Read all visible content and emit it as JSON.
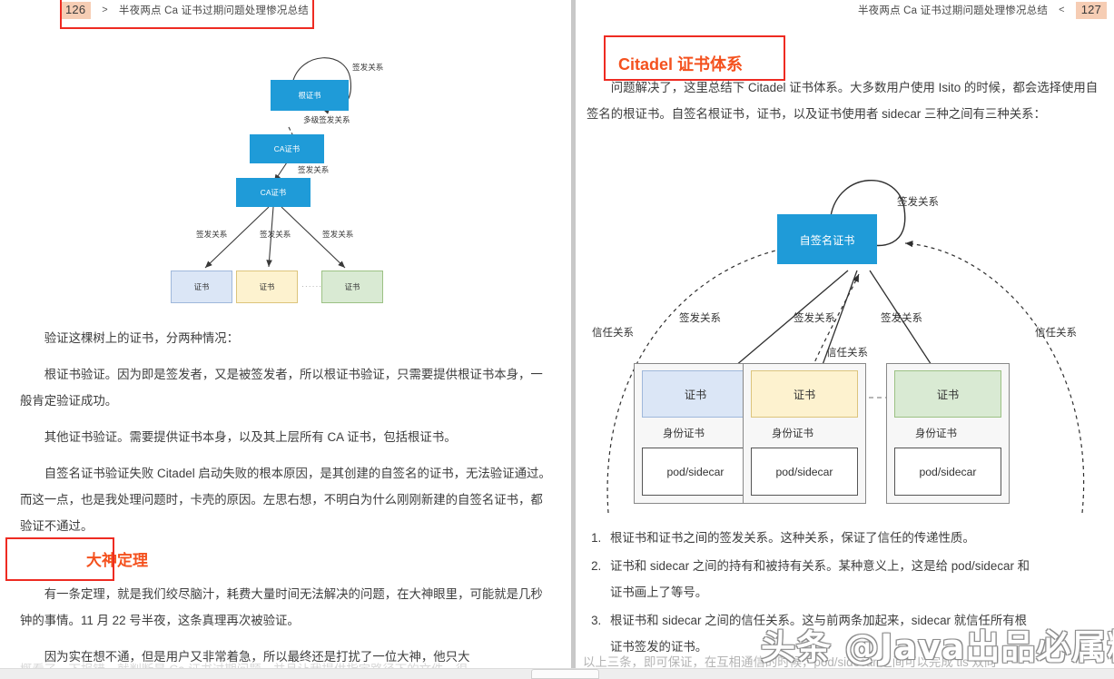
{
  "document": {
    "left_page": {
      "folio": "126",
      "chevron": ">",
      "running_title": "半夜两点 Ca 证书过期问题处理惨况总结",
      "diagram": {
        "nodes": {
          "root": "根证书",
          "ca1": "CA证书",
          "ca2": "CA证书",
          "leaf1": "证书",
          "leaf2": "证书",
          "leaf3": "证书",
          "ellipsis": "······"
        },
        "labels": {
          "self_sign": "签发关系",
          "multi_sign": "多级签发关系",
          "sign_mid": "签发关系",
          "sign_l": "签发关系",
          "sign_c": "签发关系",
          "sign_r": "签发关系"
        }
      },
      "paragraphs": [
        "验证这棵树上的证书，分两种情况：",
        "根证书验证。因为即是签发者，又是被签发者，所以根证书验证，只需要提供根证书本身，一般肯定验证成功。",
        "其他证书验证。需要提供证书本身，以及其上层所有 CA 证书，包括根证书。",
        "自签名证书验证失败 Citadel 启动失败的根本原因，是其创建的自签名的证书，无法验证通过。而这一点，也是我处理问题时，卡壳的原因。左思右想，不明白为什么刚刚新建的自签名证书，都验证不通过。"
      ],
      "heading": "大神定理",
      "paragraphs_after": [
        "有一条定理，就是我们绞尽脑汁，耗费大量时间无法解决的问题，在大神眼里，可能就是几秒钟的事情。11 月 22 号半夜，这条真理再次被验证。",
        "因为实在想不通，但是用户又非常着急，所以最终还是打扰了一位大神，他只大"
      ],
      "clipped_line": "概看了一下报错，就判断是 Ca 证书过期问题，并且让我提供指定路径下的文件，很"
    },
    "right_page": {
      "folio": "127",
      "chevron": "<",
      "running_title": "半夜两点 Ca 证书过期问题处理惨况总结",
      "heading": "Citadel 证书体系",
      "intro": "问题解决了，这里总结下 Citadel 证书体系。大多数用户使用 Isito 的时候，都会选择使用自签名的根证书。自签名根证书，证书，以及证书使用者 sidecar 三种之间有三种关系：",
      "diagram": {
        "nodes": {
          "root": "自签名证书",
          "cert1": "证书",
          "cert2": "证书",
          "cert3": "证书",
          "id1": "身份证书",
          "id2": "身份证书",
          "id3": "身份证书",
          "pod1": "pod/sidecar",
          "pod2": "pod/sidecar",
          "pod3": "pod/sidecar",
          "ellipsis": "- - - -"
        },
        "labels": {
          "self_sign": "签发关系",
          "trust_left": "信任关系",
          "trust_right": "信任关系",
          "trust_center": "信任关系",
          "sign_l": "签发关系",
          "sign_c": "签发关系",
          "sign_r": "签发关系"
        }
      },
      "list": [
        "根证书和证书之间的签发关系。这种关系，保证了信任的传递性质。",
        "证书和 sidecar 之间的持有和被持有关系。某种意义上，这是给 pod/sidecar 和证书画上了等号。",
        "根证书和 sidecar 之间的信任关系。这与前两条加起来，sidecar 就信任所有根证书签发的证书。"
      ],
      "closing": "以上三条，即可保证，在互相通信的时候，pod/sidecar 之间可以完成 tls 双向"
    },
    "watermark": "头条 @Java出品必属精品",
    "colors": {
      "accent_orange": "#f4511e",
      "annotation_red": "#ee2b22",
      "folio_highlight": "#f6cdb4",
      "node_blue": "#1f9bd8",
      "cert_blue": "#dbe6f6",
      "cert_yellow": "#fdf2cf",
      "cert_green": "#d9ead3"
    }
  }
}
